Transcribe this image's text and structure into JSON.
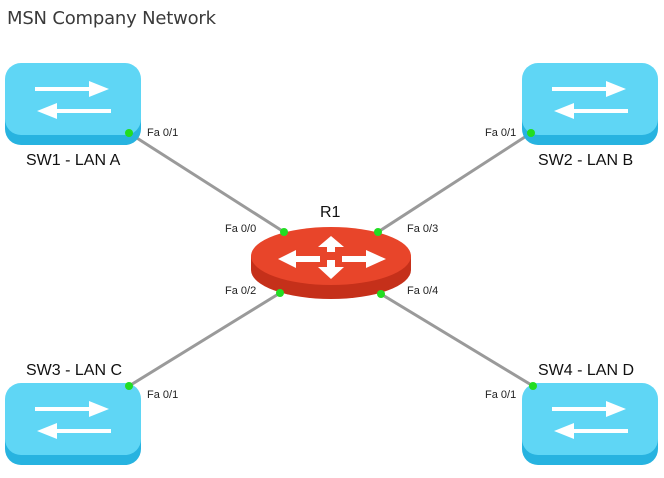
{
  "title": "MSN Company Network",
  "router": {
    "name": "R1",
    "icon": "router-icon",
    "color": "#e8452a"
  },
  "switches": {
    "sw1": {
      "name": "SW1 - LAN A",
      "icon": "switch-icon",
      "port": "Fa 0/1"
    },
    "sw2": {
      "name": "SW2 - LAN B",
      "icon": "switch-icon",
      "port": "Fa 0/1"
    },
    "sw3": {
      "name": "SW3 - LAN C",
      "icon": "switch-icon",
      "port": "Fa 0/1"
    },
    "sw4": {
      "name": "SW4 - LAN D",
      "icon": "switch-icon",
      "port": "Fa 0/1"
    }
  },
  "router_ports": {
    "p0": "Fa 0/0",
    "p3": "Fa 0/3",
    "p2": "Fa 0/2",
    "p4": "Fa 0/4"
  },
  "colors": {
    "switch": "#5fd6f5",
    "switch_dark": "#27b3e0",
    "link": "#9a9a9a",
    "port_dot": "#22dd22"
  }
}
